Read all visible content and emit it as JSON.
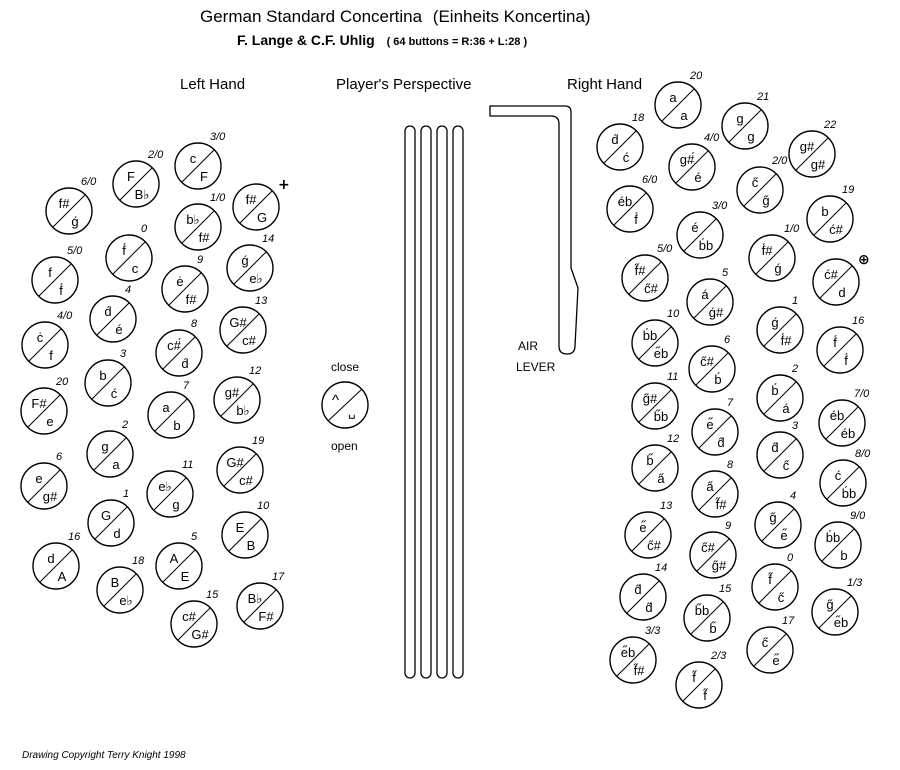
{
  "title": "German Standard Concertina",
  "title_suffix": "(Einheits Koncertina)",
  "subtitle_makers": "F. Lange & C.F. Uhlig",
  "subtitle_buttons": "( 64 buttons = R:36 + L:28 )",
  "left_hand_label": "Left Hand",
  "perspective_label": "Player's Perspective",
  "right_hand_label": "Right Hand",
  "air_lever_labels": [
    "AIR",
    "LEVER"
  ],
  "bellows": {
    "close_label": "close",
    "open_label": "open",
    "close_symbol": "^",
    "open_symbol": "␣"
  },
  "copyright": "Drawing Copyright Terry Knight 1998",
  "colors": {
    "ink": "#000000",
    "background": "#ffffff"
  },
  "left_buttons": [
    {
      "number": "3/0",
      "push": "c",
      "pull": "F"
    },
    {
      "number": "2/0",
      "push": "F",
      "pull": "B♭"
    },
    {
      "number": "6/0",
      "push": "f#",
      "pull": "ǵ"
    },
    {
      "number": "1/0",
      "push": "b♭",
      "pull": "f#"
    },
    {
      "number": "",
      "push": "f#",
      "pull": "G",
      "marker": "+"
    },
    {
      "number": "0",
      "push": "f́",
      "pull": "c"
    },
    {
      "number": "5/0",
      "push": "f",
      "pull": "f́"
    },
    {
      "number": "9",
      "push": "ė",
      "pull": "f#"
    },
    {
      "number": "14",
      "push": "ǵ",
      "pull": "e♭"
    },
    {
      "number": "4",
      "push": "d́",
      "pull": "é"
    },
    {
      "number": "4/0",
      "push": "ċ",
      "pull": "f"
    },
    {
      "number": "8",
      "push": "c#́",
      "pull": "d́"
    },
    {
      "number": "13",
      "push": "G#",
      "pull": "c#"
    },
    {
      "number": "3",
      "push": "b",
      "pull": "ć"
    },
    {
      "number": "20",
      "push": "F#",
      "pull": "e"
    },
    {
      "number": "7",
      "push": "a",
      "pull": "b"
    },
    {
      "number": "12",
      "push": "g#",
      "pull": "b♭"
    },
    {
      "number": "2",
      "push": "g",
      "pull": "a"
    },
    {
      "number": "6",
      "push": "e",
      "pull": "g#"
    },
    {
      "number": "11",
      "push": "e♭",
      "pull": "g"
    },
    {
      "number": "19",
      "push": "G#",
      "pull": "c#"
    },
    {
      "number": "1",
      "push": "G",
      "pull": "d"
    },
    {
      "number": "10",
      "push": "E",
      "pull": "B"
    },
    {
      "number": "16",
      "push": "d",
      "pull": "A"
    },
    {
      "number": "5",
      "push": "A",
      "pull": "E"
    },
    {
      "number": "18",
      "push": "B",
      "pull": "e♭"
    },
    {
      "number": "17",
      "push": "B♭",
      "pull": "F#"
    },
    {
      "number": "15",
      "push": "c#",
      "pull": "G#"
    }
  ],
  "right_buttons": [
    {
      "number": "20",
      "push": "a",
      "pull": "a"
    },
    {
      "number": "18",
      "push": "d́",
      "pull": "ć"
    },
    {
      "number": "21",
      "push": "g",
      "pull": "g"
    },
    {
      "number": "4/0",
      "push": "g#́",
      "pull": "é"
    },
    {
      "number": "22",
      "push": "g#",
      "pull": "g#"
    },
    {
      "number": "2/0",
      "push": "c̋",
      "pull": "g̋"
    },
    {
      "number": "6/0",
      "push": "éb",
      "pull": "f́"
    },
    {
      "number": "3/0",
      "push": "é",
      "pull": "b́b"
    },
    {
      "number": "19",
      "push": "b",
      "pull": "ć#"
    },
    {
      "number": "1/0",
      "push": "f́#",
      "pull": "ǵ"
    },
    {
      "number": "5/0",
      "push": "f̋#",
      "pull": "c̋#"
    },
    {
      "number": "",
      "push": "ć#",
      "pull": "d",
      "marker": "⊕"
    },
    {
      "number": "5",
      "push": "á",
      "pull": "ǵ#"
    },
    {
      "number": "10",
      "push": "b́b",
      "pull": "e̋b"
    },
    {
      "number": "1",
      "push": "ǵ",
      "pull": "f́#"
    },
    {
      "number": "16",
      "push": "f́",
      "pull": "f́"
    },
    {
      "number": "6",
      "push": "c̋#",
      "pull": "b́"
    },
    {
      "number": "2",
      "push": "b́",
      "pull": "á"
    },
    {
      "number": "11",
      "push": "g̋#",
      "pull": "b̋b"
    },
    {
      "number": "7/0",
      "push": "éb",
      "pull": "éb"
    },
    {
      "number": "7",
      "push": "e̋",
      "pull": "d̋"
    },
    {
      "number": "3",
      "push": "d̋",
      "pull": "c̋"
    },
    {
      "number": "12",
      "push": "b̋",
      "pull": "a̋"
    },
    {
      "number": "8/0",
      "push": "ć",
      "pull": "b́b"
    },
    {
      "number": "8",
      "push": "a̋",
      "pull": "f̋#"
    },
    {
      "number": "13",
      "push": "e̋",
      "pull": "c̋#"
    },
    {
      "number": "4",
      "push": "g̋",
      "pull": "e̋"
    },
    {
      "number": "9/0",
      "push": "b́b",
      "pull": "b"
    },
    {
      "number": "9",
      "push": "c̋#",
      "pull": "g̋#"
    },
    {
      "number": "0",
      "push": "f̋",
      "pull": "c̋"
    },
    {
      "number": "14",
      "push": "d̋",
      "pull": "d̋"
    },
    {
      "number": "15",
      "push": "b̋b",
      "pull": "b̋"
    },
    {
      "number": "1/3",
      "push": "g̋",
      "pull": "e̋b"
    },
    {
      "number": "17",
      "push": "c̋",
      "pull": "e̋"
    },
    {
      "number": "3/3",
      "push": "e̋b",
      "pull": "f̋#"
    },
    {
      "number": "2/3",
      "push": "f̋",
      "pull": "f̋"
    }
  ]
}
